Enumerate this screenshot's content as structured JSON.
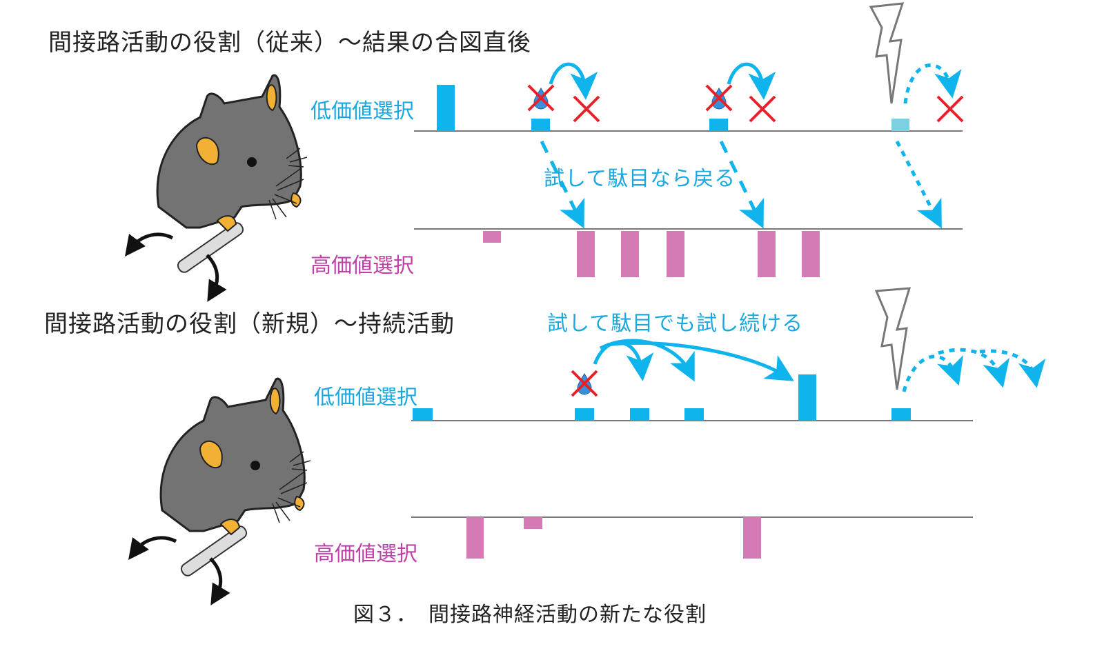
{
  "top_panel": {
    "title": "間接路活動の役割（従来）～結果の合図直後",
    "low_label": "低価値選択",
    "high_label": "高価値選択",
    "annotation": "試して駄目なら戻る"
  },
  "bottom_panel": {
    "title": "間接路活動の役割（新規）～持続活動",
    "low_label": "低価値選択",
    "high_label": "高価値選択",
    "annotation": "試して駄目でも試し続ける"
  },
  "caption": "図３．　間接路神経活動の新たな役割",
  "colors": {
    "low": "#10b4ec",
    "low_faded": "#7ecfdf",
    "high": "#d47ab4",
    "cross": "#e8202a",
    "low_text": "#1aa8e0",
    "high_text": "#c040a8"
  }
}
